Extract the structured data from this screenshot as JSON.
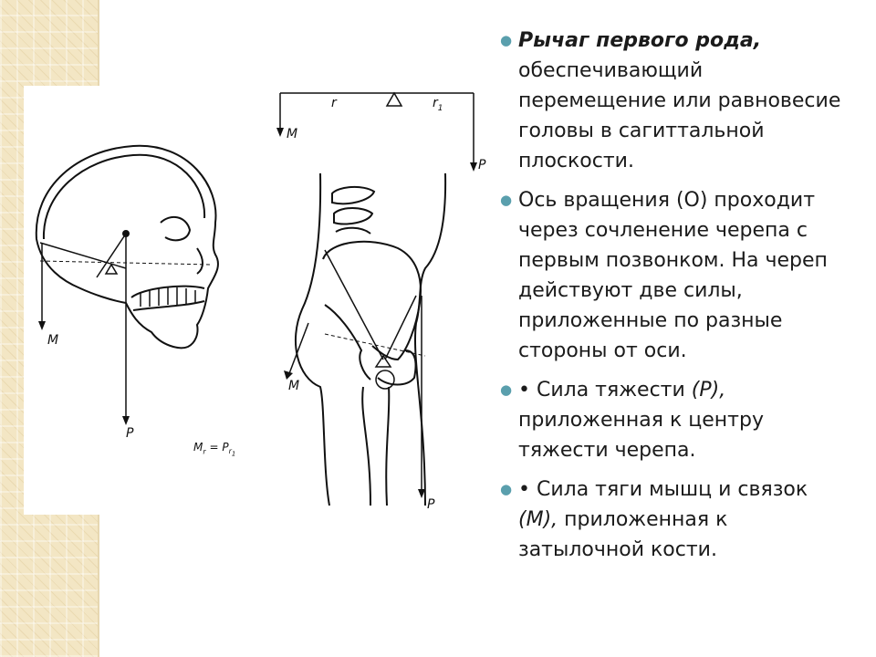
{
  "colors": {
    "accent_bullet": "#5a9fad",
    "side_strip": "#f3e6c4",
    "text": "#1b1b1b"
  },
  "icons": {
    "bullet": "small-teal-dot"
  },
  "figure": {
    "labels": {
      "skull_m": "M",
      "skull_p": "P",
      "body_m_top": "M",
      "body_p_top": "P",
      "body_r": "r",
      "body_r1": "r",
      "body_r1_sub": "1",
      "body_m": "M",
      "body_p": "P"
    },
    "formula": {
      "m": "M",
      "m_sub": "r",
      "eq": " = P",
      "p_sub": "r",
      "p_sub2": "1"
    }
  },
  "bullets": [
    {
      "bold": "Рычаг первого рода,",
      "text": " обеспечивающий перемещение или равновесие головы в сагиттальной плоскости."
    },
    {
      "text": "Ось вращения (О) проходит через сочленение черепа с первым позвонком. На череп действуют две силы, приложенные по разные стороны от оси."
    },
    {
      "pre": "• Сила тяжести ",
      "italic": "(Р),",
      "post": " приложенная к центру тяжести черепа."
    },
    {
      "pre": "• Сила тяги мышц и связок ",
      "italic": "(М),",
      "post": " приложенная к затылочной кости."
    }
  ]
}
